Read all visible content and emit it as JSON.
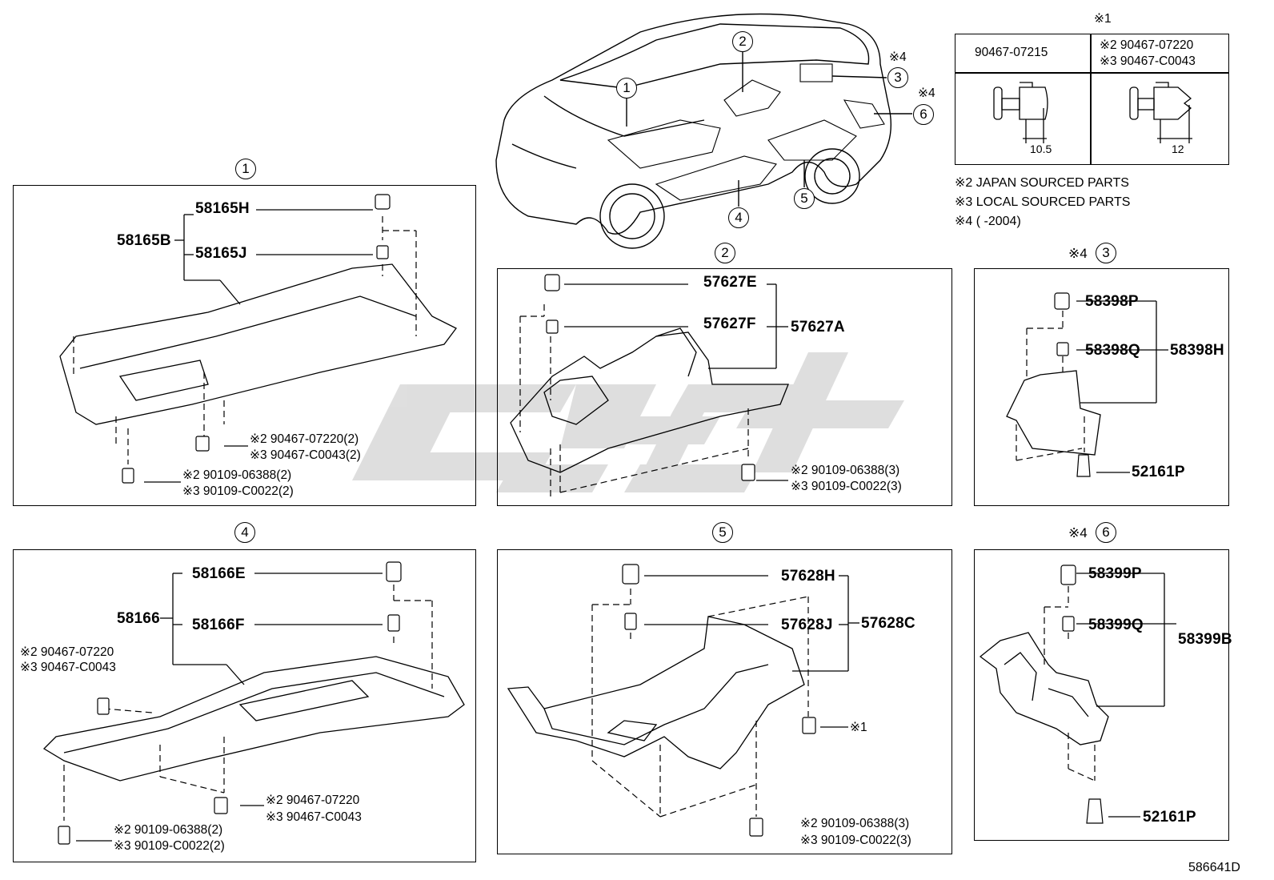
{
  "footer": {
    "diagram_code": "586641D"
  },
  "legend": {
    "mark1": "※1",
    "left_part": "90467-07215",
    "right_part_2": "※2 90467-07220",
    "right_part_3": "※3 90467-C0043",
    "dim_left": "10.5",
    "dim_right": "12",
    "note2": "※2 JAPAN SOURCED PARTS",
    "note3": "※3 LOCAL SOURCED PARTS",
    "note4": "※4 (    -2004)"
  },
  "overview": {
    "callouts": [
      "1",
      "2",
      "3",
      "4",
      "5",
      "6"
    ],
    "mark4_a": "※4",
    "mark4_b": "※4"
  },
  "sections": {
    "s1": {
      "index": "1",
      "assembly": "58165B",
      "part_a": "58165H",
      "part_b": "58165J",
      "fastener_top_2": "※2 90467-07220(2)",
      "fastener_top_3": "※3 90467-C0043(2)",
      "fastener_bot_2": "※2 90109-06388(2)",
      "fastener_bot_3": "※3 90109-C0022(2)"
    },
    "s2": {
      "index": "2",
      "assembly": "57627A",
      "part_a": "57627E",
      "part_b": "57627F",
      "fastener_2": "※2 90109-06388(3)",
      "fastener_3": "※3 90109-C0022(3)"
    },
    "s3": {
      "index": "3",
      "mark": "※4",
      "assembly": "58398H",
      "part_a": "58398P",
      "part_b": "58398Q",
      "clip": "52161P"
    },
    "s4": {
      "index": "4",
      "assembly": "58166",
      "part_a": "58166E",
      "part_b": "58166F",
      "fastener_side_2": "※2 90467-07220",
      "fastener_side_3": "※3 90467-C0043",
      "fastener_mid_2": "※2 90467-07220",
      "fastener_mid_3": "※3 90467-C0043",
      "fastener_bot_2": "※2 90109-06388(2)",
      "fastener_bot_3": "※3 90109-C0022(2)"
    },
    "s5": {
      "index": "5",
      "assembly": "57628C",
      "part_a": "57628H",
      "part_b": "57628J",
      "ref_mark": "※1",
      "fastener_2": "※2 90109-06388(3)",
      "fastener_3": "※3 90109-C0022(3)"
    },
    "s6": {
      "index": "6",
      "mark": "※4",
      "assembly": "58399B",
      "part_a": "58399P",
      "part_b": "58399Q",
      "clip": "52161P"
    }
  }
}
